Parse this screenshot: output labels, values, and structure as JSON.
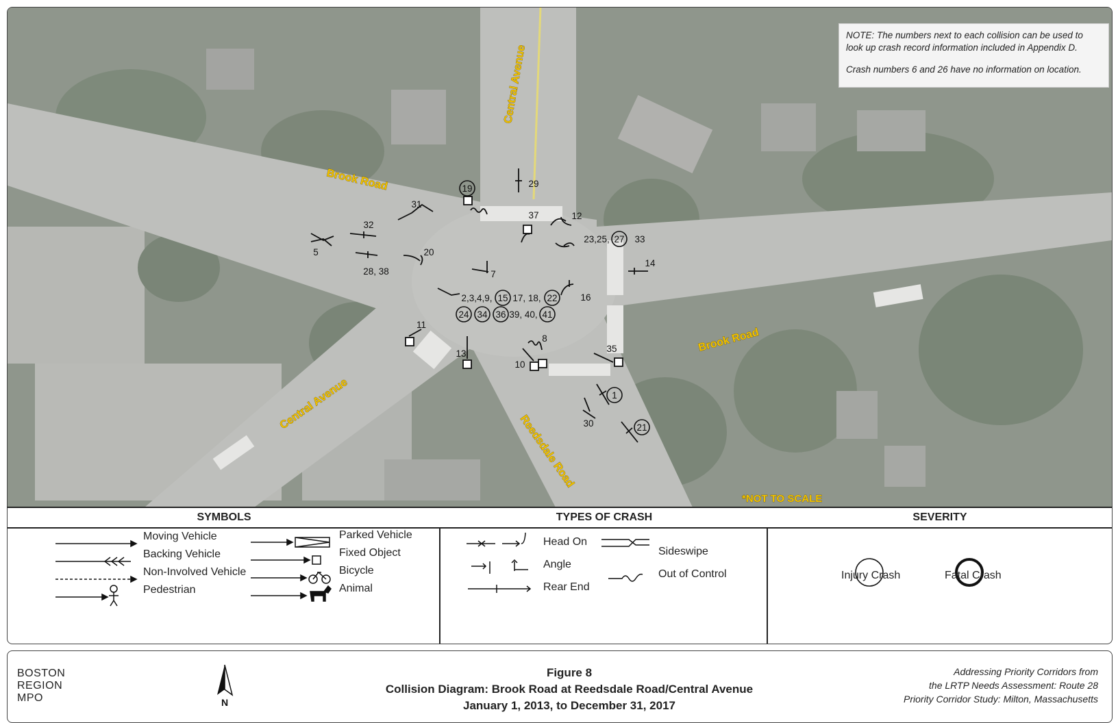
{
  "map": {
    "note_line1": "NOTE: The numbers next to each collision can be used to look up crash record information included in Appendix D.",
    "note_line2": "Crash numbers 6 and 26 have no information on location.",
    "not_to_scale": "*NOT TO SCALE",
    "street_labels": {
      "central_avenue_north": "Central Avenue",
      "brook_road_west": "Brook Road",
      "brook_road_east": "Brook Road",
      "central_avenue_southwest": "Central Avenue",
      "reedsdale_road": "Reedsdale Road"
    },
    "crash_labels": {
      "c19": "19",
      "c29": "29",
      "c31": "31",
      "c32": "32",
      "c37": "37",
      "c12": "12",
      "c5": "5",
      "c20": "20",
      "c28_38": "28, 38",
      "c23_25": "23,25,",
      "c27": "27",
      "c33": "33",
      "c14": "14",
      "c7": "7",
      "c16": "16",
      "c_group1": "2,3,4,9,",
      "c15": "15",
      "c17_18": "17, 18,",
      "c22": "22",
      "c24": "24",
      "c34": "34",
      "c36": "36",
      "c39_40": "39, 40,",
      "c41": "41",
      "c11": "11",
      "c13": "13",
      "c8": "8",
      "c10": "10",
      "c35": "35",
      "c1": "1",
      "c21": "21",
      "c30": "30"
    }
  },
  "legend": {
    "symbols_heading": "SYMBOLS",
    "types_heading": "TYPES OF CRASH",
    "severity_heading": "SEVERITY",
    "symbols": {
      "moving_vehicle": "Moving Vehicle",
      "backing_vehicle": "Backing Vehicle",
      "non_involved_vehicle": "Non-Involved Vehicle",
      "pedestrian": "Pedestrian",
      "parked_vehicle": "Parked Vehicle",
      "fixed_object": "Fixed Object",
      "bicycle": "Bicycle",
      "animal": "Animal"
    },
    "types": {
      "head_on": "Head On",
      "angle": "Angle",
      "rear_end": "Rear End",
      "sideswipe": "Sideswipe",
      "out_of_control": "Out of Control"
    },
    "severity": {
      "injury": "Injury Crash",
      "fatal": "Fatal Crash"
    }
  },
  "footer": {
    "org_line1": "BOSTON",
    "org_line2": "REGION",
    "org_line3": "MPO",
    "north_label": "N",
    "figure_number": "Figure 8",
    "figure_title": "Collision Diagram: Brook Road at Reedsdale Road/Central Avenue",
    "figure_dates": "January 1, 2013, to December 31, 2017",
    "study_line1": "Addressing Priority Corridors from",
    "study_line2": "the LRTP Needs Assessment: Route 28",
    "study_line3": "Priority Corridor Study: Milton, Massachusetts"
  }
}
